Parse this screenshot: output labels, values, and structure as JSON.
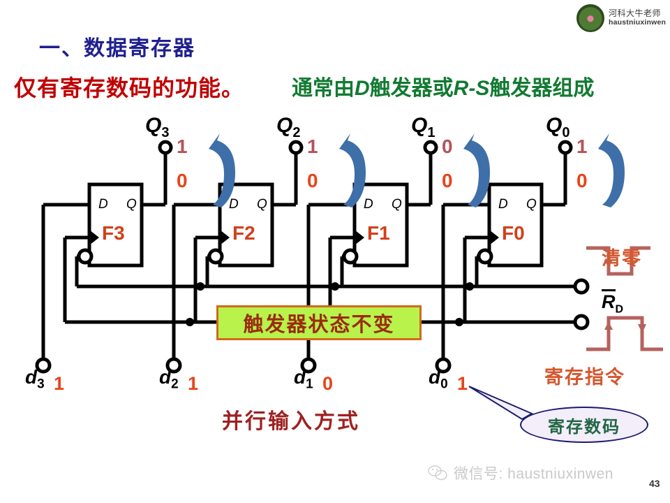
{
  "logo": {
    "cn": "河科大牛老师",
    "en": "haustniuxinwen",
    "icon": "rose-avatar-icon"
  },
  "header": {
    "title": "一、数据寄存器",
    "subtitle_red": "仅有寄存数码的功能。",
    "subtitle_green_pre": "通常由",
    "subtitle_green_d": "D",
    "subtitle_green_mid": "触发器或",
    "subtitle_green_rs": "R-S",
    "subtitle_green_post": "触发器组成",
    "title_color": "#1f1f8f",
    "red_color": "#c00000",
    "green_color": "#127a32"
  },
  "circuit": {
    "flipflops": [
      {
        "name": "F3",
        "pin_d": "D",
        "pin_q": "Q",
        "q_label": "Q",
        "q_sub": "3",
        "bit_old": "1",
        "bit_new": "0",
        "d_label": "d",
        "d_sub": "3",
        "d_bit": "1"
      },
      {
        "name": "F2",
        "pin_d": "D",
        "pin_q": "Q",
        "q_label": "Q",
        "q_sub": "2",
        "bit_old": "1",
        "bit_new": "0",
        "d_label": "d",
        "d_sub": "2",
        "d_bit": "1"
      },
      {
        "name": "F1",
        "pin_d": "D",
        "pin_q": "Q",
        "q_label": "Q",
        "q_sub": "1",
        "bit_old": "0",
        "bit_new": "0",
        "d_label": "d",
        "d_sub": "1",
        "d_bit": "0"
      },
      {
        "name": "F0",
        "pin_d": "D",
        "pin_q": "Q",
        "q_label": "Q",
        "q_sub": "0",
        "bit_old": "1",
        "bit_new": "0",
        "d_label": "d",
        "d_sub": "0",
        "d_bit": "1"
      }
    ],
    "state_note": "触发器状态不变",
    "clear_label": "清零",
    "reset_label": "R",
    "reset_sub": "D",
    "store_label": "寄存指令",
    "parallel_label": "并行输入方式",
    "code_callout": "寄存数码",
    "bit_old_color": "#b5535a",
    "bit_new_color": "#e8441a",
    "ff_name_color": "#d1401b",
    "wave_color": "#b5625c",
    "box_fill": "#b8f24a",
    "box_border": "#d2691e",
    "box_text_color": "#9b2b10"
  },
  "footer": {
    "wechat": "微信号: haustniuxinwen",
    "page": "43",
    "icon": "wechat-icon"
  }
}
